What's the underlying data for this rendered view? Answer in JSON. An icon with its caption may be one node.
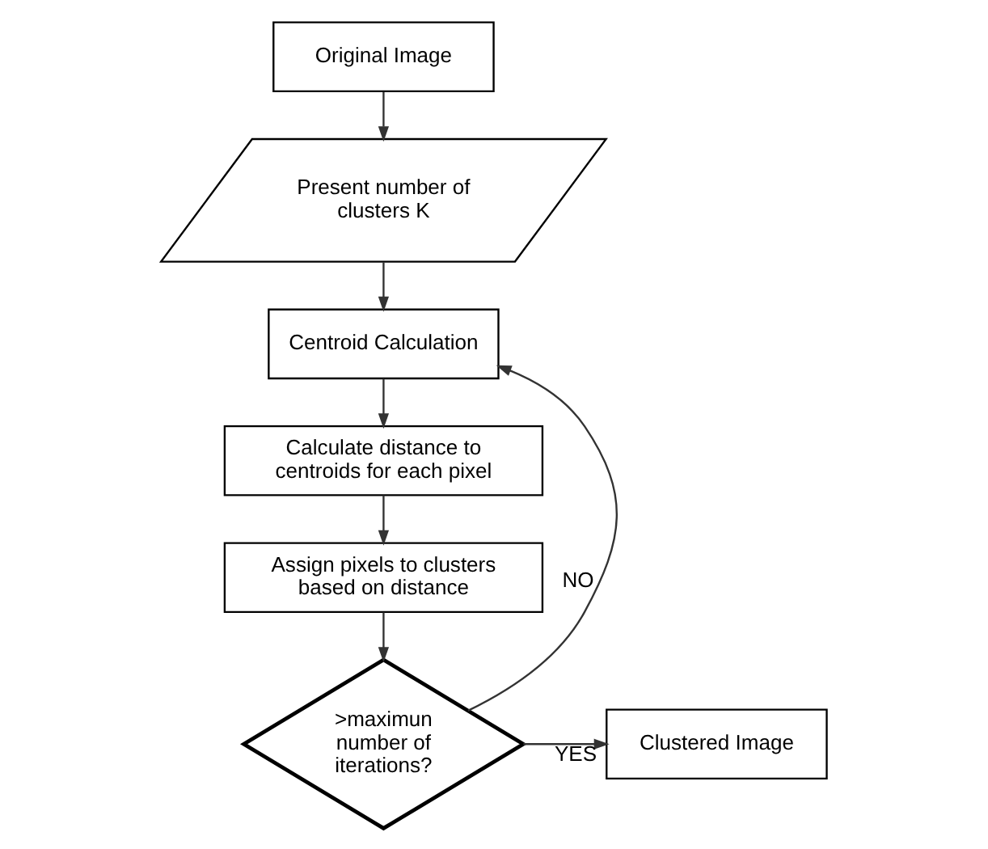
{
  "diagram": {
    "nodes": [
      {
        "text": [
          "Original Image"
        ]
      },
      {
        "text": [
          "Present number of clusters K"
        ]
      },
      {
        "text": [
          "Centroid Calculation"
        ]
      },
      {
        "text": [
          "Calculate distance to centroids for each pixel"
        ]
      },
      {
        "text": [
          "Assign pixels to clusters based on distance"
        ]
      },
      {
        "text": [
          ">maximun number of iterations?"
        ]
      },
      {
        "text": [
          "Clustered Image"
        ]
      }
    ],
    "edges": [
      {
        "from": 0,
        "to": 1,
        "arrow": "to"
      },
      {
        "from": 1,
        "to": 2,
        "arrow": "to"
      },
      {
        "from": 2,
        "to": 3,
        "arrow": "to"
      },
      {
        "from": 3,
        "to": 4,
        "arrow": "to"
      },
      {
        "from": 4,
        "to": 5,
        "arrow": "to"
      },
      {
        "from": 5,
        "to": 2,
        "arrow": "to",
        "label": "NO"
      },
      {
        "from": 5,
        "to": 6,
        "arrow": "to",
        "label": "YES"
      }
    ]
  }
}
